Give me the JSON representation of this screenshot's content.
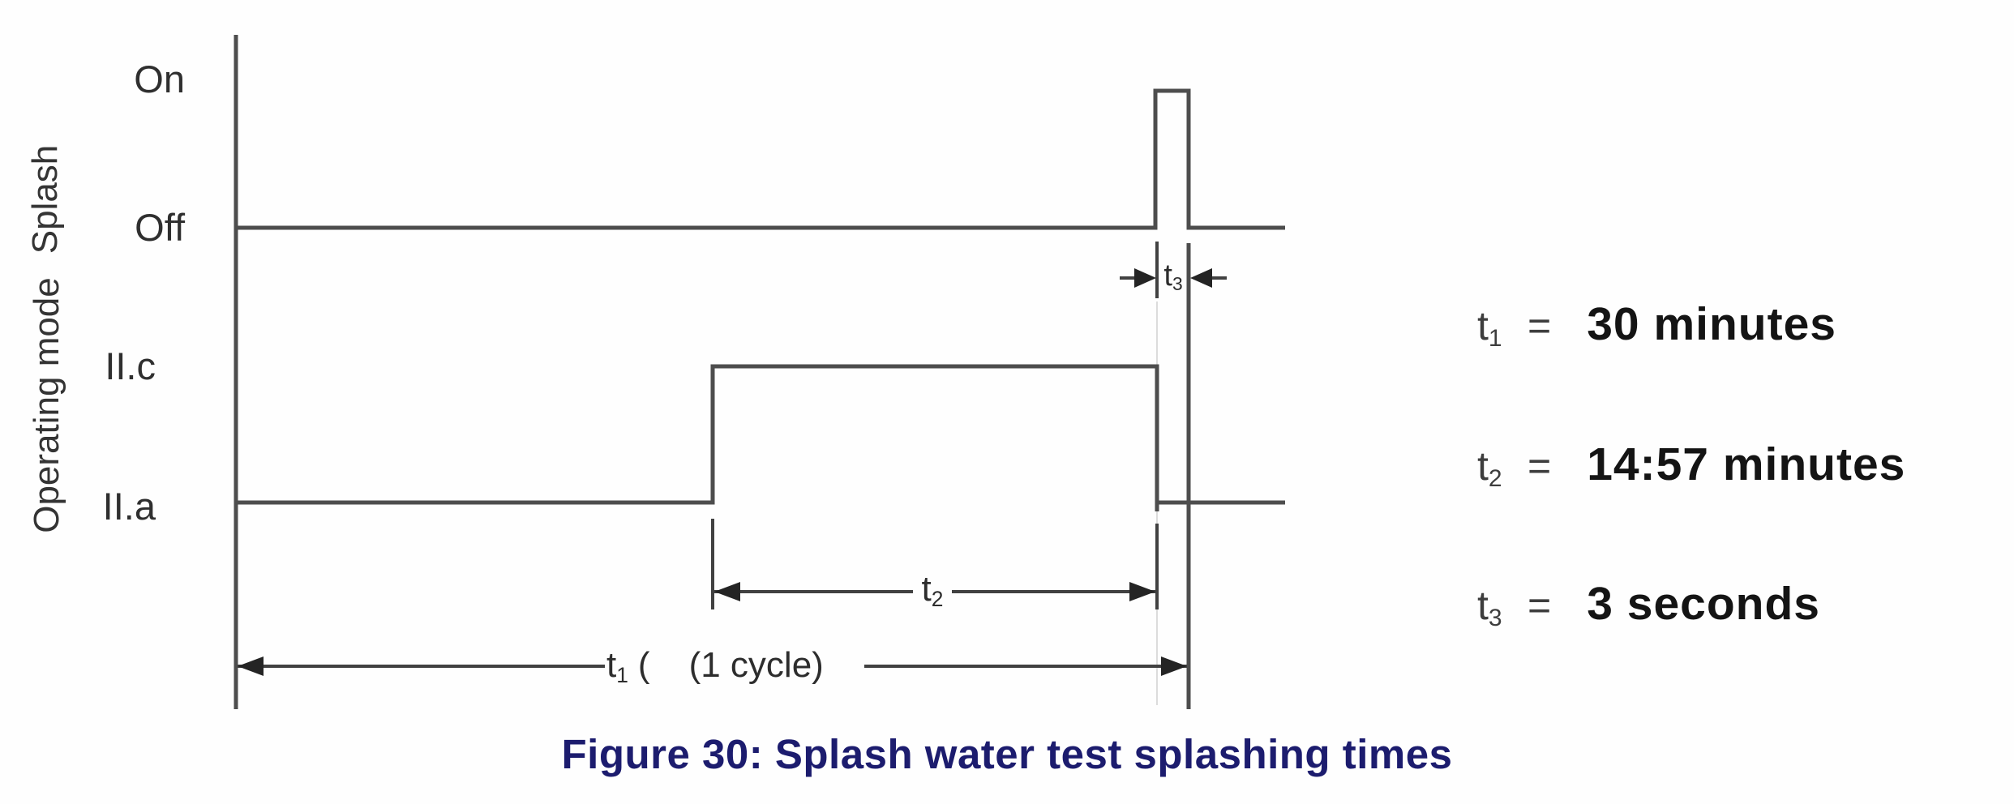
{
  "axis": {
    "group1_label": "Splash",
    "group2_label": "Operating mode",
    "level_on": "On",
    "level_off": "Off",
    "level_iic": "II.c",
    "level_iia": "II.a"
  },
  "dims": {
    "t1": {
      "sym": "t",
      "sub": "1",
      "paren": "(",
      "cycle_note": "(1 cycle)"
    },
    "t2": {
      "sym": "t",
      "sub": "2"
    },
    "t3": {
      "sym": "t",
      "sub": "3"
    }
  },
  "legend": {
    "rows": [
      {
        "sym": "t",
        "sub": "1",
        "eq": "=",
        "value": "30 minutes"
      },
      {
        "sym": "t",
        "sub": "2",
        "eq": "=",
        "value": "14:57 minutes"
      },
      {
        "sym": "t",
        "sub": "3",
        "eq": "=",
        "value": "3 seconds"
      }
    ]
  },
  "caption": {
    "text": "Figure 30: Splash water test splashing times"
  },
  "colors": {
    "waveform_line": "#4d4d4d",
    "dimension_line": "#414141",
    "arrowhead": "#242424",
    "label_text": "#2f2f2f",
    "legend_value_text": "#141414",
    "caption_text": "#1c1c6e",
    "background": "#fefefe"
  },
  "waveform_data": {
    "type": "timing-diagram",
    "signals": [
      {
        "name": "Splash",
        "levels": [
          "On",
          "Off"
        ],
        "sequence": "Off for whole cycle except a short On pulse of duration t3 at the end of the cycle"
      },
      {
        "name": "Operating mode",
        "levels": [
          "II.c",
          "II.a"
        ],
        "sequence": "II.a, then II.c for duration t2, returning to II.a at the moment the splash pulse starts"
      }
    ],
    "durations": {
      "t1": "30 minutes (1 cycle)",
      "t2": "14:57 minutes",
      "t3": "3 seconds"
    }
  }
}
